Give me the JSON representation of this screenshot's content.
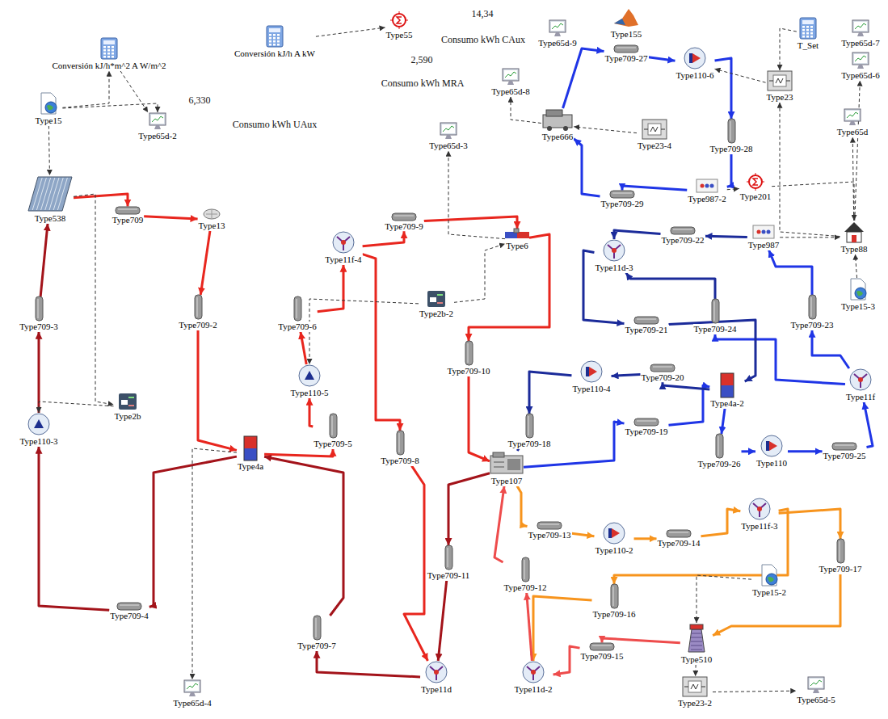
{
  "diagram": {
    "nodes": [
      {
        "text": [
          "Type15"
        ]
      },
      {
        "text": [
          "Conversión kJ/h*m^2 A W/m^2"
        ]
      },
      {
        "text": [
          "Type65d-2"
        ]
      },
      {
        "text": [
          "Type538"
        ]
      },
      {
        "text": [
          "Type709"
        ]
      },
      {
        "text": [
          "Type13"
        ]
      },
      {
        "text": [
          "Type709-2"
        ]
      },
      {
        "text": [
          "Type709-3"
        ]
      },
      {
        "text": [
          "Type110-3"
        ]
      },
      {
        "text": [
          "Type2b"
        ]
      },
      {
        "text": [
          "Type4a"
        ]
      },
      {
        "text": [
          "Type709-4"
        ]
      },
      {
        "text": [
          "Type709-5"
        ]
      },
      {
        "text": [
          "Type110-5"
        ]
      },
      {
        "text": [
          "Type709-6"
        ]
      },
      {
        "text": [
          "Type11f-4"
        ]
      },
      {
        "text": [
          "Type709-9"
        ]
      },
      {
        "text": [
          "Type6"
        ]
      },
      {
        "text": [
          "Type2b-2"
        ]
      },
      {
        "text": [
          "Type709-10"
        ]
      },
      {
        "text": [
          "Type709-8"
        ]
      },
      {
        "text": [
          "Type709-7"
        ]
      },
      {
        "text": [
          "Type11d"
        ]
      },
      {
        "text": [
          "Type709-11"
        ]
      },
      {
        "text": [
          "Type65d-4"
        ]
      },
      {
        "text": [
          "Type107"
        ]
      },
      {
        "text": [
          "Type709-12"
        ]
      },
      {
        "text": [
          "Type11d-2"
        ]
      },
      {
        "text": [
          "Type709-13"
        ]
      },
      {
        "text": [
          "Type110-2"
        ]
      },
      {
        "text": [
          "Type709-14"
        ]
      },
      {
        "text": [
          "Type11f-3"
        ]
      },
      {
        "text": [
          "Type709-17"
        ]
      },
      {
        "text": [
          "Type709-16"
        ]
      },
      {
        "text": [
          "Type15-2"
        ]
      },
      {
        "text": [
          "Type510"
        ]
      },
      {
        "text": [
          "Type709-15"
        ]
      },
      {
        "text": [
          "Type23-2"
        ]
      },
      {
        "text": [
          "Type65d-5"
        ]
      },
      {
        "text": [
          "Type709-18"
        ]
      },
      {
        "text": [
          "Type110-4"
        ]
      },
      {
        "text": [
          "Type709-20"
        ]
      },
      {
        "text": [
          "Type4a-2"
        ]
      },
      {
        "text": [
          "Type709-19"
        ]
      },
      {
        "text": [
          "Type709-26"
        ]
      },
      {
        "text": [
          "Type110"
        ]
      },
      {
        "text": [
          "Type709-25"
        ]
      },
      {
        "text": [
          "Type11f"
        ]
      },
      {
        "text": [
          "Type709-23"
        ]
      },
      {
        "text": [
          "Type15-3"
        ]
      },
      {
        "text": [
          "Type709-24"
        ]
      },
      {
        "text": [
          "Type709-21"
        ]
      },
      {
        "text": [
          "Type11d-3"
        ]
      },
      {
        "text": [
          "Type709-22"
        ]
      },
      {
        "text": [
          "Type987"
        ]
      },
      {
        "text": [
          "Type88"
        ]
      },
      {
        "text": [
          "Type987-2"
        ]
      },
      {
        "text": [
          "Type201"
        ]
      },
      {
        "text": [
          "Type709-29"
        ]
      },
      {
        "text": [
          "Type709-28"
        ]
      },
      {
        "text": [
          "Type23-4"
        ]
      },
      {
        "text": [
          "Type666"
        ]
      },
      {
        "text": [
          "Type709-27"
        ]
      },
      {
        "text": [
          "Type110-6"
        ]
      },
      {
        "text": [
          "Type155"
        ]
      },
      {
        "text": [
          "Type65d-9"
        ]
      },
      {
        "text": [
          "Type65d-8"
        ]
      },
      {
        "text": [
          "Type65d-3"
        ]
      },
      {
        "text": [
          "Type55"
        ]
      },
      {
        "text": [
          "Conversión kJ/h A kW"
        ]
      },
      {
        "text": [
          "T_Set"
        ]
      },
      {
        "text": [
          "Type23"
        ]
      },
      {
        "text": [
          "Type65d-7"
        ]
      },
      {
        "text": [
          "Type65d-6"
        ]
      },
      {
        "text": [
          "Type65d"
        ]
      }
    ],
    "edges": [
      {
        "from": 3,
        "to": 4,
        "arrow": "to"
      },
      {
        "from": 4,
        "to": 5,
        "arrow": "to"
      },
      {
        "from": 5,
        "to": 6,
        "arrow": "to"
      },
      {
        "from": 6,
        "to": 10,
        "arrow": "to"
      },
      {
        "from": 10,
        "to": 11,
        "arrow": "to"
      },
      {
        "from": 11,
        "to": 8,
        "arrow": "to"
      },
      {
        "from": 8,
        "to": 7,
        "arrow": "to"
      },
      {
        "from": 7,
        "to": 3,
        "arrow": "to"
      },
      {
        "from": 10,
        "to": 12,
        "arrow": "to"
      },
      {
        "from": 12,
        "to": 13,
        "arrow": "to"
      },
      {
        "from": 13,
        "to": 14,
        "arrow": "to"
      },
      {
        "from": 14,
        "to": 15,
        "arrow": "to"
      },
      {
        "from": 15,
        "to": 16,
        "arrow": "to"
      },
      {
        "from": 16,
        "to": 17,
        "arrow": "to"
      },
      {
        "from": 17,
        "to": 19,
        "arrow": "to"
      },
      {
        "from": 19,
        "to": 25,
        "arrow": "to"
      },
      {
        "from": 15,
        "to": 20,
        "arrow": "to"
      },
      {
        "from": 20,
        "to": 22,
        "arrow": "to"
      },
      {
        "from": 25,
        "to": 23,
        "arrow": "to"
      },
      {
        "from": 23,
        "to": 22,
        "arrow": "to"
      },
      {
        "from": 22,
        "to": 21,
        "arrow": "to"
      },
      {
        "from": 21,
        "to": 10,
        "arrow": "to"
      },
      {
        "from": 25,
        "to": 28,
        "arrow": "to"
      },
      {
        "from": 28,
        "to": 29,
        "arrow": "to"
      },
      {
        "from": 29,
        "to": 30,
        "arrow": "to"
      },
      {
        "from": 30,
        "to": 31,
        "arrow": "to"
      },
      {
        "from": 31,
        "to": 32,
        "arrow": "to"
      },
      {
        "from": 32,
        "to": 35,
        "arrow": "to"
      },
      {
        "from": 31,
        "to": 33,
        "arrow": "to"
      },
      {
        "from": 33,
        "to": 27,
        "arrow": "to"
      },
      {
        "from": 35,
        "to": 36,
        "arrow": "to"
      },
      {
        "from": 36,
        "to": 27,
        "arrow": "to"
      },
      {
        "from": 27,
        "to": 26,
        "arrow": "to"
      },
      {
        "from": 26,
        "to": 25,
        "arrow": "to"
      },
      {
        "from": 25,
        "to": 43,
        "arrow": "to"
      },
      {
        "from": 43,
        "to": 42,
        "arrow": "to"
      },
      {
        "from": 42,
        "to": 41,
        "arrow": "to"
      },
      {
        "from": 41,
        "to": 40,
        "arrow": "to"
      },
      {
        "from": 40,
        "to": 39,
        "arrow": "to"
      },
      {
        "from": 39,
        "to": 25,
        "arrow": "to"
      },
      {
        "from": 42,
        "to": 44,
        "arrow": "to"
      },
      {
        "from": 44,
        "to": 45,
        "arrow": "to"
      },
      {
        "from": 45,
        "to": 46,
        "arrow": "to"
      },
      {
        "from": 46,
        "to": 47,
        "arrow": "to"
      },
      {
        "from": 47,
        "to": 48,
        "arrow": "to"
      },
      {
        "from": 48,
        "to": 54,
        "arrow": "to"
      },
      {
        "from": 54,
        "to": 53,
        "arrow": "to"
      },
      {
        "from": 53,
        "to": 52,
        "arrow": "to"
      },
      {
        "from": 47,
        "to": 50,
        "arrow": "to"
      },
      {
        "from": 50,
        "to": 52,
        "arrow": "to"
      },
      {
        "from": 52,
        "to": 51,
        "arrow": "to"
      },
      {
        "from": 51,
        "to": 42,
        "arrow": "to"
      },
      {
        "from": 61,
        "to": 62,
        "arrow": "to"
      },
      {
        "from": 62,
        "to": 63,
        "arrow": "to"
      },
      {
        "from": 63,
        "to": 59,
        "arrow": "to"
      },
      {
        "from": 59,
        "to": 56,
        "arrow": "to"
      },
      {
        "from": 56,
        "to": 58,
        "arrow": "to"
      },
      {
        "from": 58,
        "to": 61,
        "arrow": "to"
      },
      {
        "from": 0,
        "to": 3,
        "arrow": "to"
      },
      {
        "from": 0,
        "to": 1,
        "arrow": "to"
      },
      {
        "from": 1,
        "to": 2,
        "arrow": "to"
      },
      {
        "from": 0,
        "to": 2,
        "arrow": "to"
      },
      {
        "from": 3,
        "to": 9,
        "arrow": "to"
      },
      {
        "from": 9,
        "to": 8,
        "arrow": "to"
      },
      {
        "from": 18,
        "to": 17,
        "arrow": "to"
      },
      {
        "from": 18,
        "to": 13,
        "arrow": "to"
      },
      {
        "from": 10,
        "to": 24,
        "arrow": "to"
      },
      {
        "from": 69,
        "to": 68,
        "arrow": "to"
      },
      {
        "from": 17,
        "to": 67,
        "arrow": "to"
      },
      {
        "from": 34,
        "to": 35,
        "arrow": "to"
      },
      {
        "from": 35,
        "to": 37,
        "arrow": "to"
      },
      {
        "from": 37,
        "to": 38,
        "arrow": "to"
      },
      {
        "from": 49,
        "to": 55,
        "arrow": "to"
      },
      {
        "from": 54,
        "to": 55,
        "arrow": "to"
      },
      {
        "from": 56,
        "to": 57,
        "arrow": "to"
      },
      {
        "from": 57,
        "to": 55,
        "arrow": "to"
      },
      {
        "from": 55,
        "to": 71,
        "arrow": "to"
      },
      {
        "from": 70,
        "to": 71,
        "arrow": "to"
      },
      {
        "from": 71,
        "to": 63,
        "arrow": "to"
      },
      {
        "from": 60,
        "to": 61,
        "arrow": "to"
      },
      {
        "from": 55,
        "to": 74,
        "arrow": "to"
      },
      {
        "from": 55,
        "to": 73,
        "arrow": "to"
      },
      {
        "from": 61,
        "to": 66,
        "arrow": "to"
      }
    ],
    "labels": [
      "14,34",
      "Consumo kWh CAux",
      "2,590",
      "Consumo kWh MRA",
      "6,330",
      "Consumo kWh UAux"
    ]
  }
}
